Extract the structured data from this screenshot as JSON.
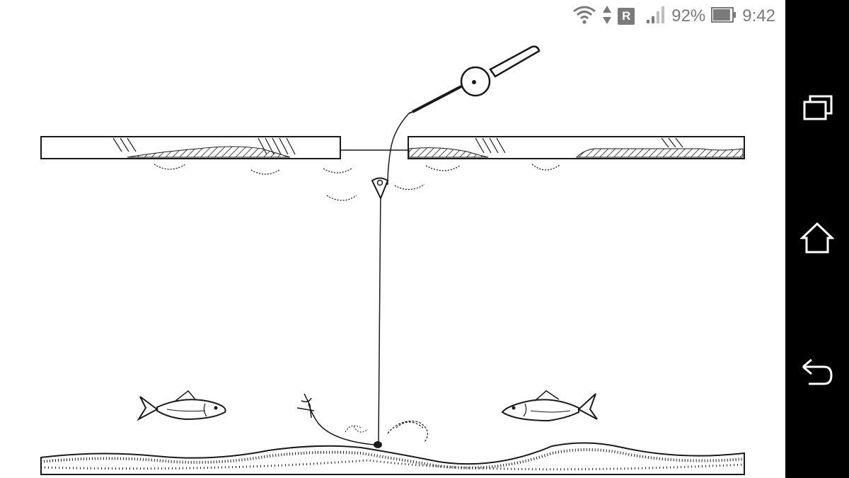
{
  "status_bar": {
    "wifi_icon": "wifi-icon",
    "data_icon": "data-arrows-icon",
    "roaming_label": "R",
    "signal_icon": "signal-icon",
    "battery_percent": "92%",
    "battery_level": 0.92,
    "time": "9:42"
  },
  "nav_bar": {
    "recents_icon": "recent-apps-icon",
    "home_icon": "home-icon",
    "back_icon": "back-icon"
  },
  "image": {
    "subject": "ice-fishing-diagram"
  },
  "colors": {
    "status_gray": "#7a7a7a",
    "nav_background": "#000000",
    "nav_icon": "#ffffff",
    "ink": "#1a1a1a"
  }
}
